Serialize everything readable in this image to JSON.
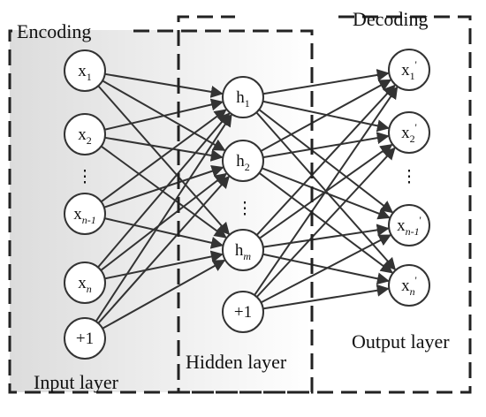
{
  "regions": {
    "encoding_label": "Encoding",
    "decoding_label": "Decoding"
  },
  "layers": {
    "input_label": "Input layer",
    "hidden_label": "Hidden layer",
    "output_label": "Output layer"
  },
  "nodes": {
    "input": [
      {
        "id": "x1",
        "base": "x",
        "sub": "1",
        "sup": ""
      },
      {
        "id": "x2",
        "base": "x",
        "sub": "2",
        "sup": ""
      },
      {
        "id": "xn1",
        "base": "x",
        "sub": "n-1",
        "sup": ""
      },
      {
        "id": "xn",
        "base": "x",
        "sub": "n",
        "sup": ""
      },
      {
        "id": "bias_in",
        "base": "+1",
        "sub": "",
        "sup": ""
      }
    ],
    "hidden": [
      {
        "id": "h1",
        "base": "h",
        "sub": "1",
        "sup": ""
      },
      {
        "id": "h2",
        "base": "h",
        "sub": "2",
        "sup": ""
      },
      {
        "id": "hm",
        "base": "h",
        "sub": "m",
        "sup": ""
      },
      {
        "id": "bias_hid",
        "base": "+1",
        "sub": "",
        "sup": ""
      }
    ],
    "output": [
      {
        "id": "y1",
        "base": "x",
        "sub": "1",
        "sup": "'"
      },
      {
        "id": "y2",
        "base": "x",
        "sub": "2",
        "sup": "'"
      },
      {
        "id": "yn1",
        "base": "x",
        "sub": "n-1",
        "sup": "'"
      },
      {
        "id": "yn",
        "base": "x",
        "sub": "n",
        "sup": "'"
      }
    ],
    "ellipsis": "⋮"
  },
  "colors": {
    "stroke": "#333333",
    "node_fill": "#ffffff",
    "input_region_gradient_start": "#dcdcdc",
    "input_region_gradient_end": "#ffffff",
    "dash": "#222222"
  }
}
